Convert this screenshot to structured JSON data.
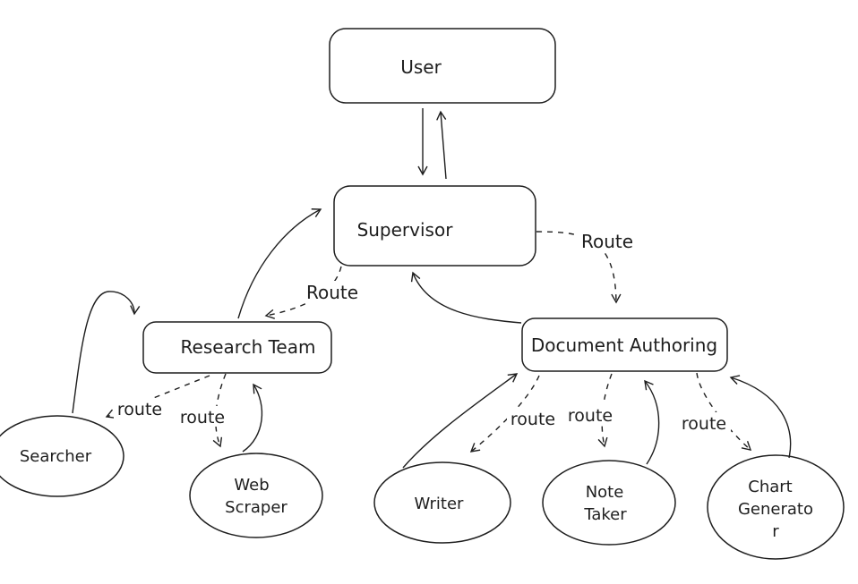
{
  "diagram": {
    "colors": {
      "stroke": "#1e1e1e",
      "background": "#ffffff"
    },
    "nodes": {
      "user": {
        "label": "User",
        "shape": "rectangle"
      },
      "supervisor": {
        "label": "Supervisor",
        "shape": "rectangle"
      },
      "research_team": {
        "label": "Research Team",
        "shape": "rectangle"
      },
      "document_authoring": {
        "label": "Document Authoring",
        "shape": "rectangle"
      },
      "searcher": {
        "label": "Searcher",
        "shape": "ellipse"
      },
      "web_scraper": {
        "label": "Web Scraper",
        "shape": "ellipse",
        "lines": [
          "Web",
          "Scraper"
        ]
      },
      "writer": {
        "label": "Writer",
        "shape": "ellipse"
      },
      "note_taker": {
        "label": "Note Taker",
        "shape": "ellipse",
        "lines": [
          "Note",
          "Taker"
        ]
      },
      "chart_generator": {
        "label": "Chart Generator",
        "shape": "ellipse",
        "lines": [
          "Chart",
          "Generato",
          "r"
        ]
      }
    },
    "edge_labels": {
      "supervisor_research_team": "Route",
      "supervisor_document_authoring": "Route",
      "research_team_searcher": "route",
      "research_team_web_scraper": "route",
      "document_authoring_writer": "route",
      "document_authoring_note_taker": "route",
      "document_authoring_chart_generator": "route"
    }
  }
}
